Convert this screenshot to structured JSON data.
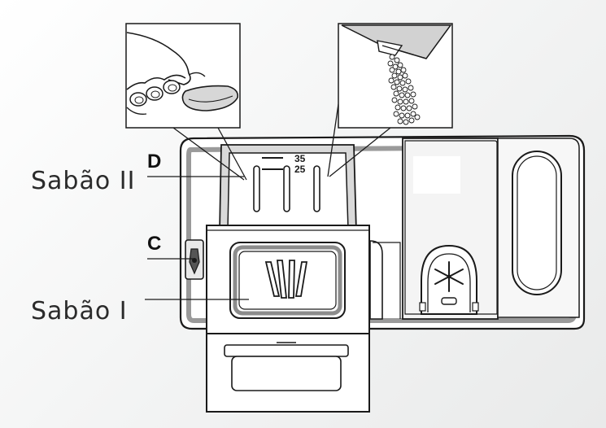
{
  "labels": {
    "soap2": "Sabão II",
    "soap1": "Sabão I",
    "letter_d": "D",
    "letter_c": "C"
  },
  "markings": {
    "upper": "35",
    "lower": "25"
  },
  "colors": {
    "stroke": "#1a1a1a",
    "panel_fill": "#ffffff",
    "shadow_grey": "#b9b9b9",
    "background": "#f2f3f3"
  },
  "icons": {
    "tablet_inset": "hand-placing-tablet-icon",
    "powder_inset": "pouring-powder-icon",
    "rinse_dial": "rinse-aid-dial-icon"
  }
}
